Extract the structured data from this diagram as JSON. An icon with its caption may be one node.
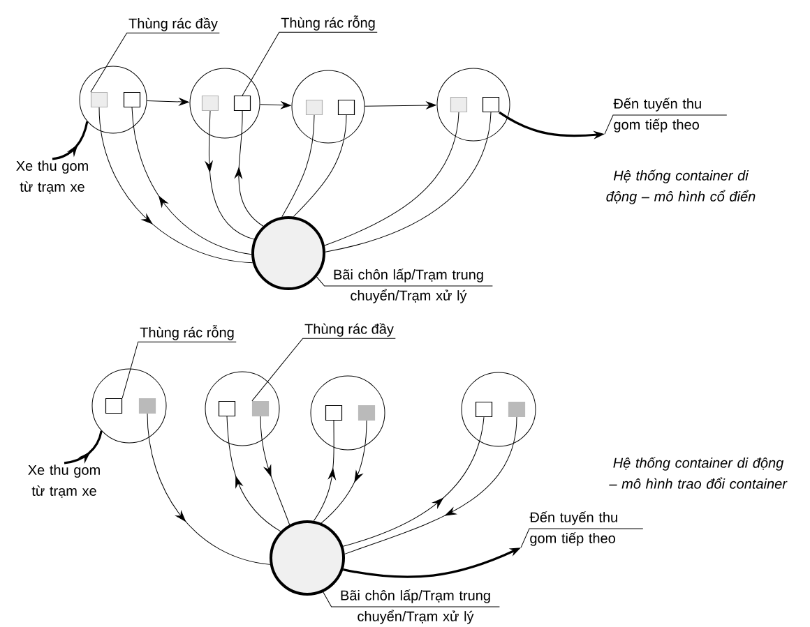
{
  "diagram": {
    "nodes": [
      {
        "text": [
          "Thùng rác đầy"
        ]
      },
      {
        "text": [
          "Thùng rác rỗng"
        ]
      },
      {
        "text": [],
        "shape": "circle"
      },
      {
        "text": [],
        "shape": "box",
        "in": 2
      },
      {
        "text": [],
        "shape": "box",
        "in": 2
      },
      {
        "text": [],
        "shape": "circle"
      },
      {
        "text": [],
        "shape": "box",
        "in": 5
      },
      {
        "text": [],
        "shape": "box",
        "in": 5
      },
      {
        "text": [],
        "shape": "circle"
      },
      {
        "text": [],
        "shape": "box",
        "in": 8
      },
      {
        "text": [],
        "shape": "box",
        "in": 8
      },
      {
        "text": [],
        "shape": "circle"
      },
      {
        "text": [],
        "shape": "box",
        "in": 11
      },
      {
        "text": [],
        "shape": "box",
        "in": 11
      },
      {
        "text": [
          "Đến tuyến thu gom tiếp theo"
        ]
      },
      {
        "text": [
          "Xe thu gom từ trạm xe"
        ]
      },
      {
        "text": [],
        "shape": "circle"
      },
      {
        "text": [
          "Bãi chôn lấp/Trạm trung chuyển/Trạm xử lý"
        ]
      },
      {
        "text": [
          "Thùng rác rỗng"
        ]
      },
      {
        "text": [
          "Thùng rác đầy"
        ]
      },
      {
        "text": [],
        "shape": "circle"
      },
      {
        "text": [],
        "shape": "box",
        "in": 20
      },
      {
        "text": [],
        "shape": "box",
        "in": 20
      },
      {
        "text": [],
        "shape": "circle"
      },
      {
        "text": [],
        "shape": "box",
        "in": 23
      },
      {
        "text": [],
        "shape": "box",
        "in": 23
      },
      {
        "text": [],
        "shape": "circle"
      },
      {
        "text": [],
        "shape": "box",
        "in": 26
      },
      {
        "text": [],
        "shape": "box",
        "in": 26
      },
      {
        "text": [],
        "shape": "circle"
      },
      {
        "text": [],
        "shape": "box",
        "in": 29
      },
      {
        "text": [],
        "shape": "box",
        "in": 29
      },
      {
        "text": [
          "Xe thu gom từ trạm xe"
        ]
      },
      {
        "text": [
          "Đến tuyến thu gom tiếp theo"
        ]
      },
      {
        "text": [],
        "shape": "circle"
      },
      {
        "text": [
          "Bãi chôn lấp/Trạm trung chuyển/Trạm xử lý"
        ]
      }
    ],
    "edges": [
      {
        "from": 15,
        "to": 2,
        "arrow": "to",
        "style": "thick"
      },
      {
        "from": 2,
        "to": 5,
        "arrow": "to"
      },
      {
        "from": 5,
        "to": 8,
        "arrow": "to"
      },
      {
        "from": 8,
        "to": 11,
        "arrow": "to"
      },
      {
        "from": 13,
        "to": 14,
        "arrow": "to",
        "style": "thick"
      },
      {
        "from": 0,
        "to": 3,
        "arrow": "none"
      },
      {
        "from": 1,
        "to": 7,
        "arrow": "none"
      },
      {
        "from": 17,
        "to": 16,
        "arrow": "none"
      },
      {
        "from": 3,
        "to": 16,
        "arrow": "to"
      },
      {
        "from": 16,
        "to": 4,
        "arrow": "to"
      },
      {
        "from": 6,
        "to": 16,
        "arrow": "to"
      },
      {
        "from": 16,
        "to": 7,
        "arrow": "to"
      },
      {
        "from": 9,
        "to": 16,
        "arrow": "none"
      },
      {
        "from": 10,
        "to": 16,
        "arrow": "none"
      },
      {
        "from": 12,
        "to": 16,
        "arrow": "none"
      },
      {
        "from": 13,
        "to": 16,
        "arrow": "none"
      },
      {
        "from": 32,
        "to": 20,
        "arrow": "to",
        "style": "thick"
      },
      {
        "from": 18,
        "to": 21,
        "arrow": "none"
      },
      {
        "from": 19,
        "to": 25,
        "arrow": "none"
      },
      {
        "from": 35,
        "to": 34,
        "arrow": "none"
      },
      {
        "from": 22,
        "to": 34,
        "arrow": "to"
      },
      {
        "from": 34,
        "to": 24,
        "arrow": "to"
      },
      {
        "from": 25,
        "to": 34,
        "arrow": "to"
      },
      {
        "from": 34,
        "to": 27,
        "arrow": "to"
      },
      {
        "from": 28,
        "to": 34,
        "arrow": "to"
      },
      {
        "from": 34,
        "to": 30,
        "arrow": "to"
      },
      {
        "from": 31,
        "to": 34,
        "arrow": "to"
      },
      {
        "from": 34,
        "to": 33,
        "arrow": "to",
        "style": "thick"
      }
    ],
    "labels": [
      "*Hệ thống container di động – mô hình cổ điển*",
      "*Hệ thống container di động – mô hình trao đổi container*"
    ]
  }
}
